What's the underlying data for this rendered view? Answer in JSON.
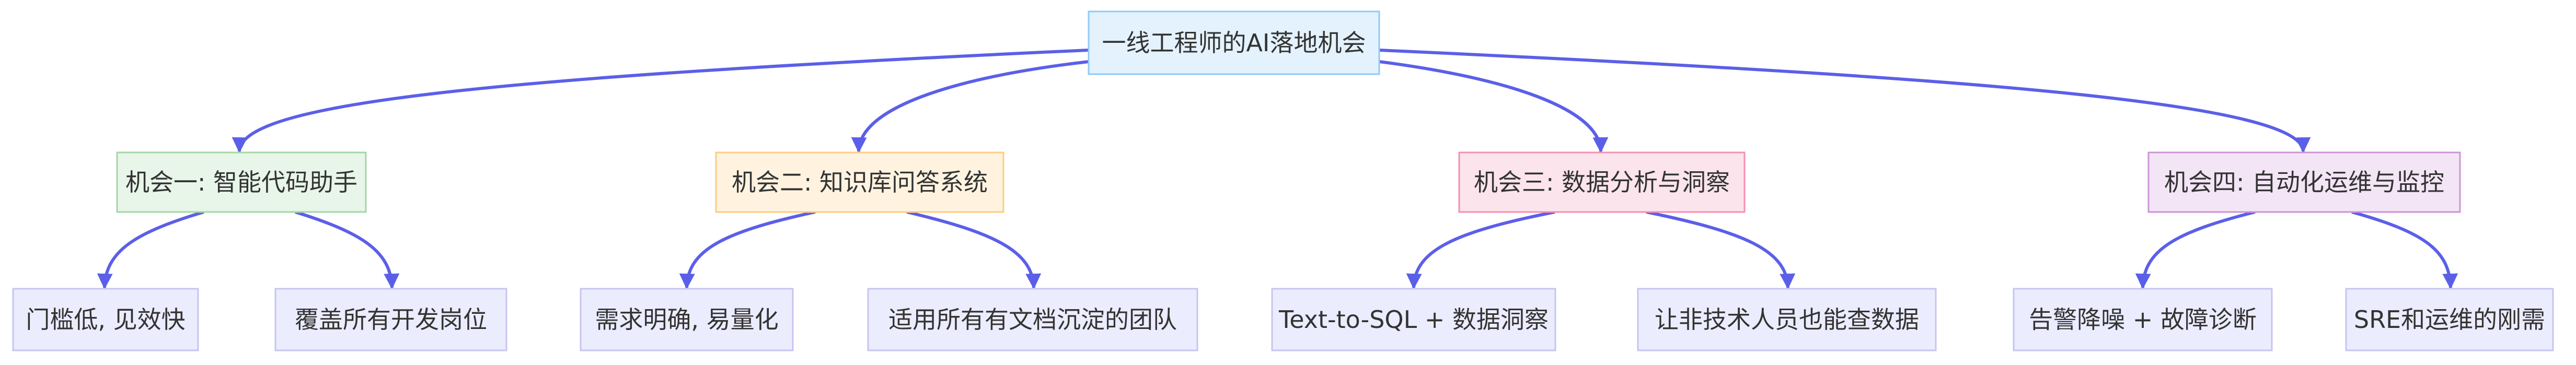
{
  "root": {
    "label": "一线工程师的AI落地机会",
    "fill": "#e3f2fd",
    "stroke": "#90caf9"
  },
  "opportunities": [
    {
      "label": "机会一: 智能代码助手",
      "fill": "#e8f5e9",
      "stroke": "#a5d6a7",
      "details": [
        "门槛低, 见效快",
        "覆盖所有开发岗位"
      ]
    },
    {
      "label": "机会二: 知识库问答系统",
      "fill": "#fff3e0",
      "stroke": "#ffcc80",
      "details": [
        "需求明确, 易量化",
        "适用所有有文档沉淀的团队"
      ]
    },
    {
      "label": "机会三: 数据分析与洞察",
      "fill": "#fce4ec",
      "stroke": "#f48fb1",
      "details": [
        "Text-to-SQL + 数据洞察",
        "让非技术人员也能查数据"
      ]
    },
    {
      "label": "机会四: 自动化运维与监控",
      "fill": "#f3e5f5",
      "stroke": "#ce93d8",
      "details": [
        "告警降噪 + 故障诊断",
        "SRE和运维的刚需"
      ]
    }
  ],
  "leaf_style": {
    "fill": "#ececff",
    "stroke": "#c5c5f0"
  },
  "edge_color": "#5b5fe8"
}
